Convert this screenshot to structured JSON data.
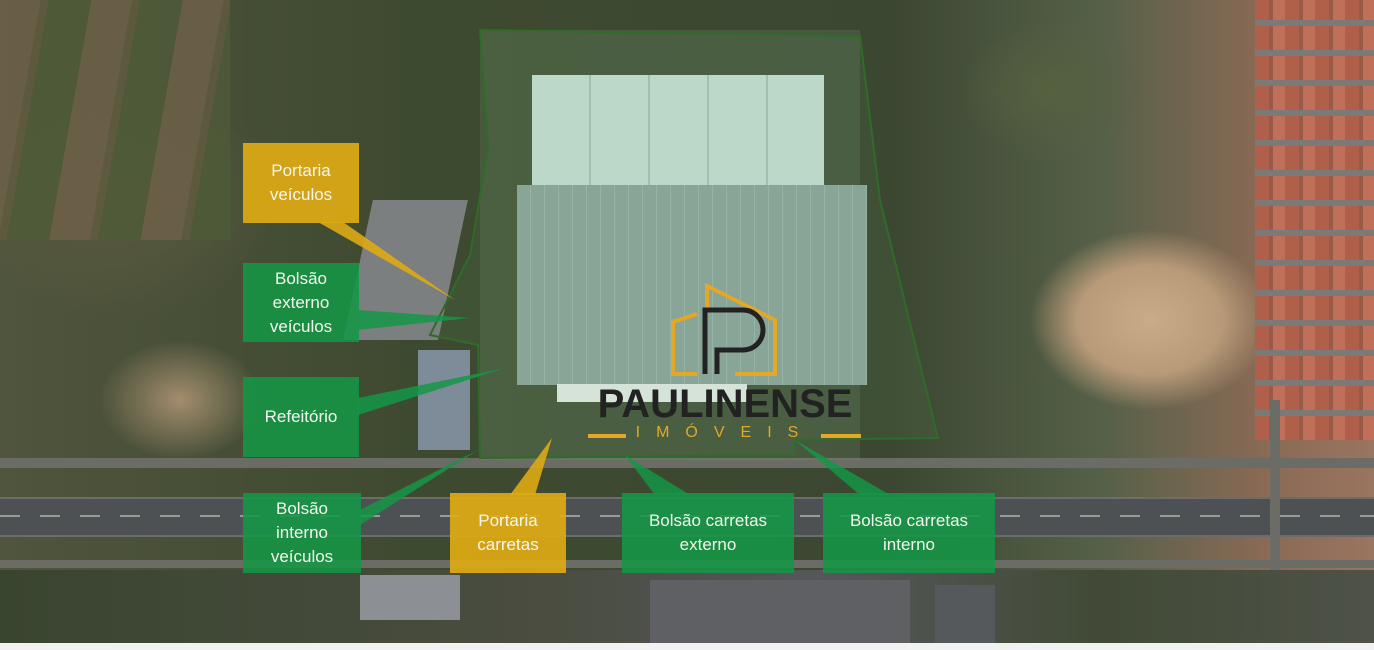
{
  "map": {
    "type": "satellite aerial view",
    "colors": {
      "green_label": "#14964a",
      "gold_label": "#deaa14",
      "label_text": "#f4f7ee",
      "boundary": "#2f6b2a"
    }
  },
  "logo": {
    "name": "PAULINENSE",
    "subtitle": "IMÓVEIS",
    "icon": "house-p-icon",
    "colors": {
      "primary": "#222222",
      "accent": "#e4a726"
    }
  },
  "callouts": [
    {
      "id": "portaria-veiculos",
      "label": "Portaria veículos",
      "lines": [
        "Portaria",
        "veículos"
      ],
      "color": "gold"
    },
    {
      "id": "bolsao-externo-veiculos",
      "label": "Bolsão externo veículos",
      "lines": [
        "Bolsão",
        "externo",
        "veículos"
      ],
      "color": "green"
    },
    {
      "id": "refeitorio",
      "label": "Refeitório",
      "lines": [
        "Refeitório"
      ],
      "color": "green"
    },
    {
      "id": "bolsao-interno-veiculos",
      "label": "Bolsão interno veículos",
      "lines": [
        "Bolsão",
        "interno",
        "veículos"
      ],
      "color": "green"
    },
    {
      "id": "portaria-carretas",
      "label": "Portaria carretas",
      "lines": [
        "Portaria",
        "carretas"
      ],
      "color": "gold"
    },
    {
      "id": "bolsao-carretas-externo",
      "label": "Bolsão carretas externo",
      "lines": [
        "Bolsão carretas",
        "externo"
      ],
      "color": "green"
    },
    {
      "id": "bolsao-carretas-interno",
      "label": "Bolsão carretas interno",
      "lines": [
        "Bolsão carretas",
        "interno"
      ],
      "color": "green"
    }
  ]
}
